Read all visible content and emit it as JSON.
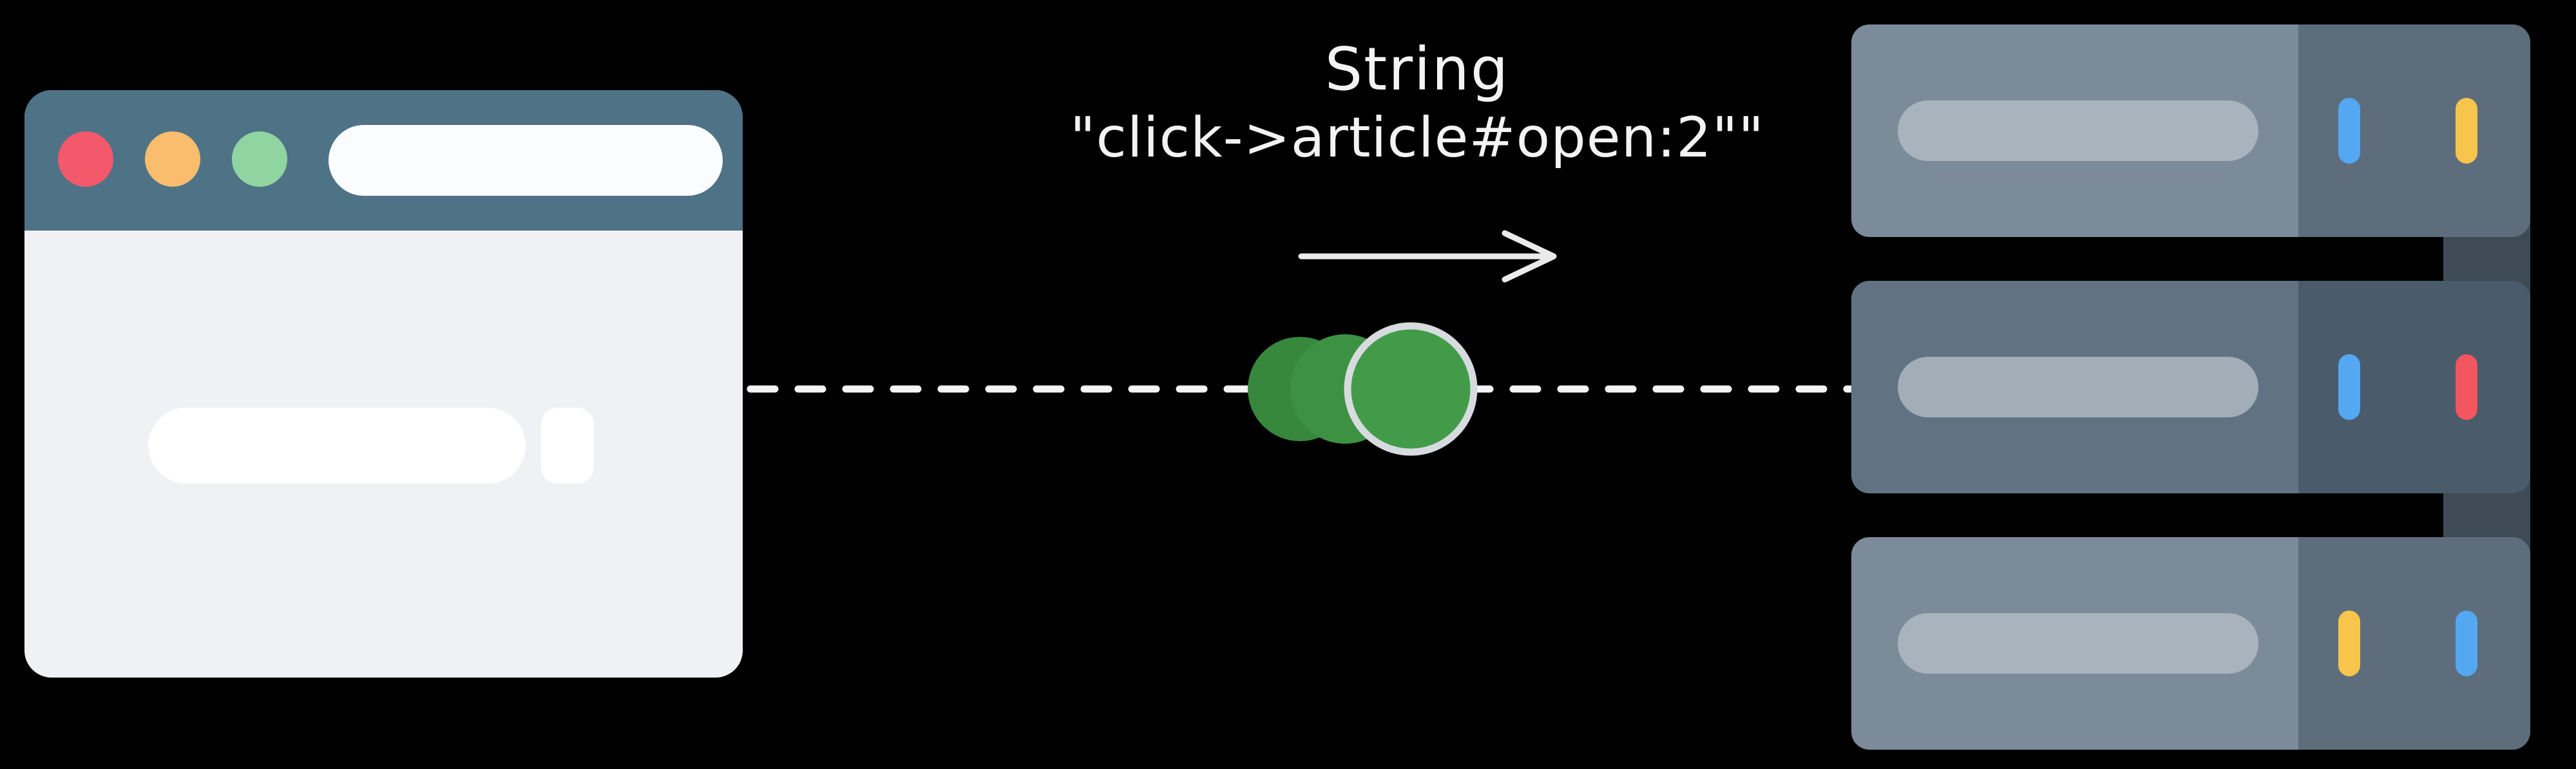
{
  "canvas": {
    "background": "#000000"
  },
  "browser": {
    "header_color": "#4e7286",
    "body_color": "#f0f1f4",
    "url_bar_color": "#fbfcfd",
    "placeholder_color": "#ffffff",
    "dots": [
      {
        "name": "red-dot",
        "color": "#f4586b"
      },
      {
        "name": "amber-dot",
        "color": "#f9bd6d"
      },
      {
        "name": "green-dot",
        "color": "#90d5a1"
      }
    ]
  },
  "connector": {
    "line_color": "#f4f4f4",
    "arrow_color": "#ebebeb",
    "label_title": "String",
    "label_value": "\"click->article#open:2\"\"",
    "packets": [
      {
        "name": "packet-back",
        "color": "#37873c"
      },
      {
        "name": "packet-mid",
        "color": "#3d9143"
      },
      {
        "name": "packet-front",
        "color": "#429b49",
        "ring": "#d7dbdf"
      }
    ]
  },
  "servers": {
    "spine_color": "#3e4b57",
    "units": [
      {
        "name": "server-top",
        "body_color": "#7b8b9a",
        "panel_color": "#5d6d7c",
        "vent_color": "#a9b3be",
        "lights": [
          {
            "name": "blue-light",
            "color": "#54a8f2"
          },
          {
            "name": "yellow-light",
            "color": "#f8c54c"
          }
        ]
      },
      {
        "name": "server-middle",
        "body_color": "#617283",
        "panel_color": "#4a5b6b",
        "vent_color": "#a2adb8",
        "lights": [
          {
            "name": "blue-light",
            "color": "#54a8f2"
          },
          {
            "name": "red-light",
            "color": "#f2565e"
          }
        ]
      },
      {
        "name": "server-bottom",
        "body_color": "#7b8b9a",
        "panel_color": "#5d6d7c",
        "vent_color": "#a9b3be",
        "lights": [
          {
            "name": "yellow-light",
            "color": "#f8c54c"
          },
          {
            "name": "blue-light",
            "color": "#54a8f2"
          }
        ]
      }
    ]
  }
}
